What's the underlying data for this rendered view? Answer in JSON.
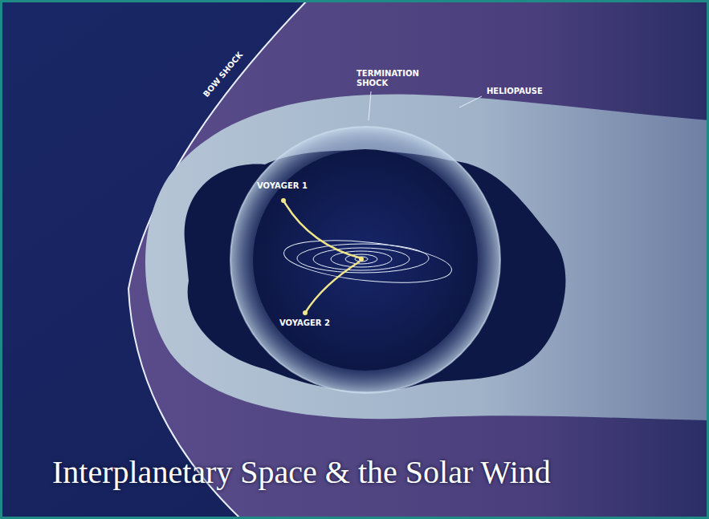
{
  "diagram": {
    "title": "Interplanetary Space & the Solar Wind",
    "labels": [
      "BOW SHOCK",
      "TERMINATION SHOCK",
      "HELIOPAUSE",
      "VOYAGER 1",
      "VOYAGER 2"
    ]
  }
}
